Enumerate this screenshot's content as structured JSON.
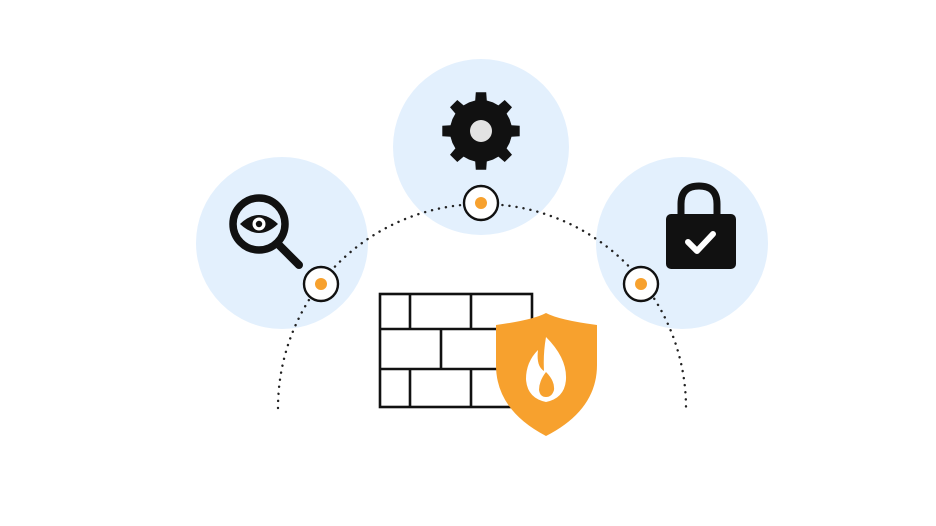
{
  "colors": {
    "background": "#ffffff",
    "halo": "#e3f0fd",
    "accent": "#f7a12e",
    "ink": "#111111",
    "arc": "#222222"
  },
  "nodes": [
    {
      "id": "monitor",
      "icon": "eye-magnifier-icon"
    },
    {
      "id": "configure",
      "icon": "gear-icon"
    },
    {
      "id": "secure",
      "icon": "padlock-check-icon"
    }
  ],
  "center": {
    "icons": [
      "brick-wall-icon",
      "shield-flame-icon"
    ]
  }
}
